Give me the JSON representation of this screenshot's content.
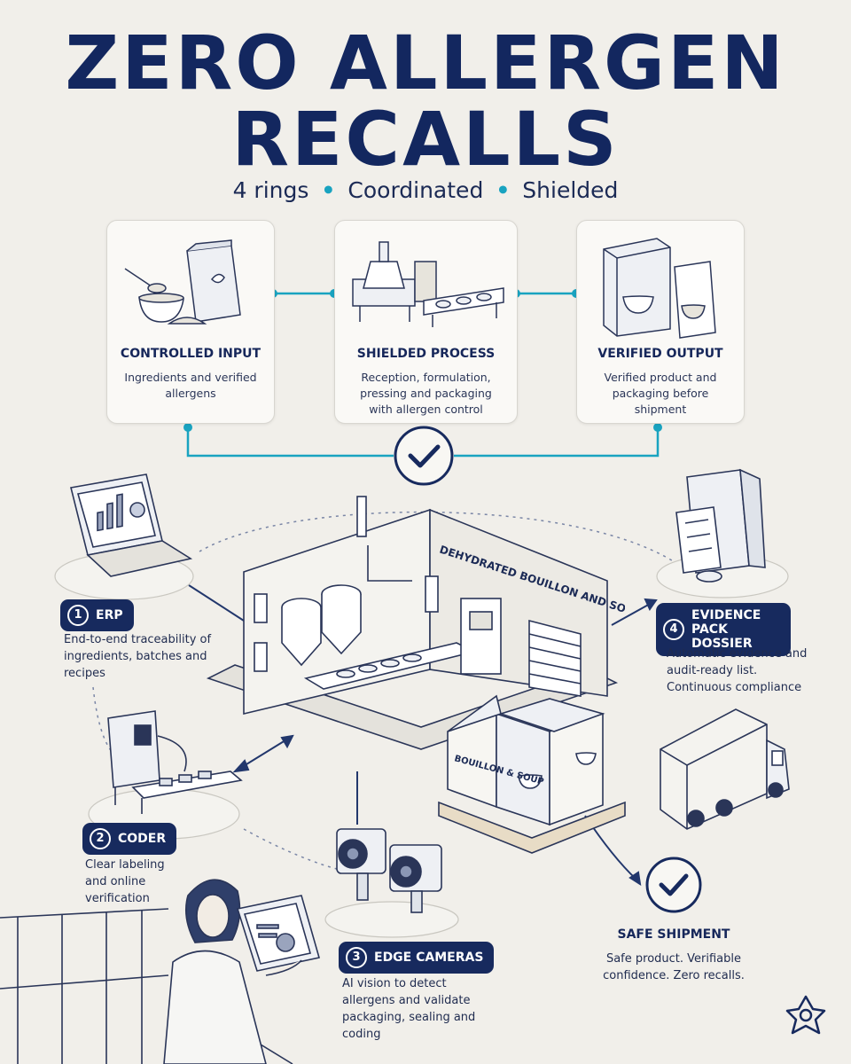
{
  "title": {
    "line1": "ZERO ALLERGEN",
    "line2": "RECALLS"
  },
  "subtitle": {
    "part1": "4 rings",
    "part2": "Coordinated",
    "part3": "Shielded"
  },
  "cards": [
    {
      "title": "CONTROLLED INPUT",
      "desc": "Ingredients and verified allergens"
    },
    {
      "title": "SHIELDED PROCESS",
      "desc": "Reception, formulation, pressing and packaging with allergen control"
    },
    {
      "title": "VERIFIED OUTPUT",
      "desc": "Verified product and packaging before shipment"
    }
  ],
  "rings": [
    {
      "num": "1",
      "label": "ERP",
      "desc": "End-to-end traceability of ingredients, batches and recipes"
    },
    {
      "num": "2",
      "label": "CODER",
      "desc": "Clear labeling and online verification"
    },
    {
      "num": "3",
      "label": "EDGE CAMERAS",
      "desc": "AI vision to detect allergens and validate packaging, sealing and coding"
    },
    {
      "num": "4",
      "label": "EVIDENCE PACK DOSSIER",
      "desc": "Automatic evidence and audit-ready list. Continuous compliance"
    }
  ],
  "factory": {
    "wall_sign": "DEHYDRATED BOUILLON AND SOUPS",
    "box_label": "BOUILLON & SOUP"
  },
  "safe_shipment": {
    "title": "SAFE SHIPMENT",
    "desc": "Safe product. Verifiable confidence. Zero recalls."
  },
  "colors": {
    "navy": "#172a5e",
    "accent": "#19a3c0",
    "background": "#f1efea"
  },
  "icons": [
    "checkmark-icon",
    "logo-icon",
    "laptop-icon",
    "printer-icon",
    "camera-icon",
    "binder-icon",
    "truck-icon"
  ]
}
